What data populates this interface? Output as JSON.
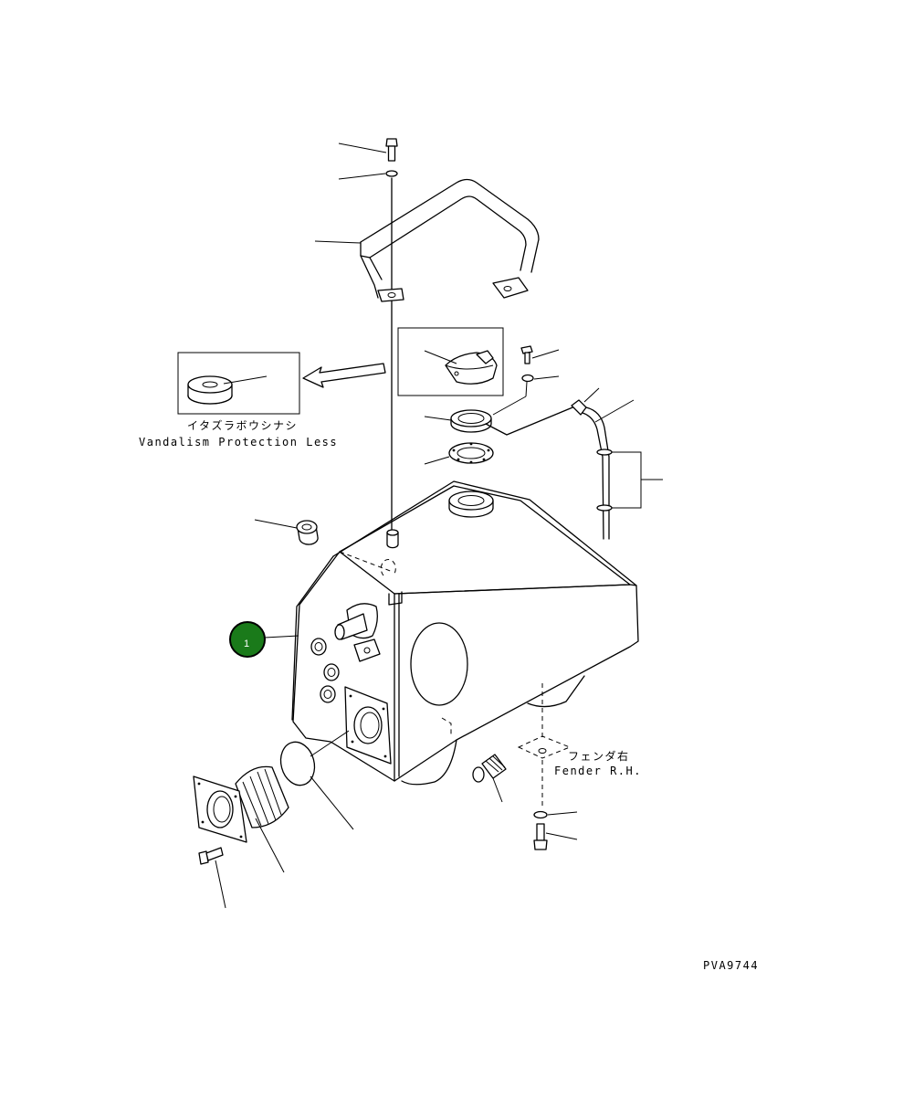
{
  "inset_label": {
    "japanese": "イタズラボウシナシ",
    "english": "Vandalism Protection Less"
  },
  "fender_label": {
    "japanese": "フェンダ右",
    "english": "Fender R.H."
  },
  "drawing_code": "PVA9744",
  "callout_badge": {
    "number": "1",
    "color": "#1a7a1a"
  }
}
